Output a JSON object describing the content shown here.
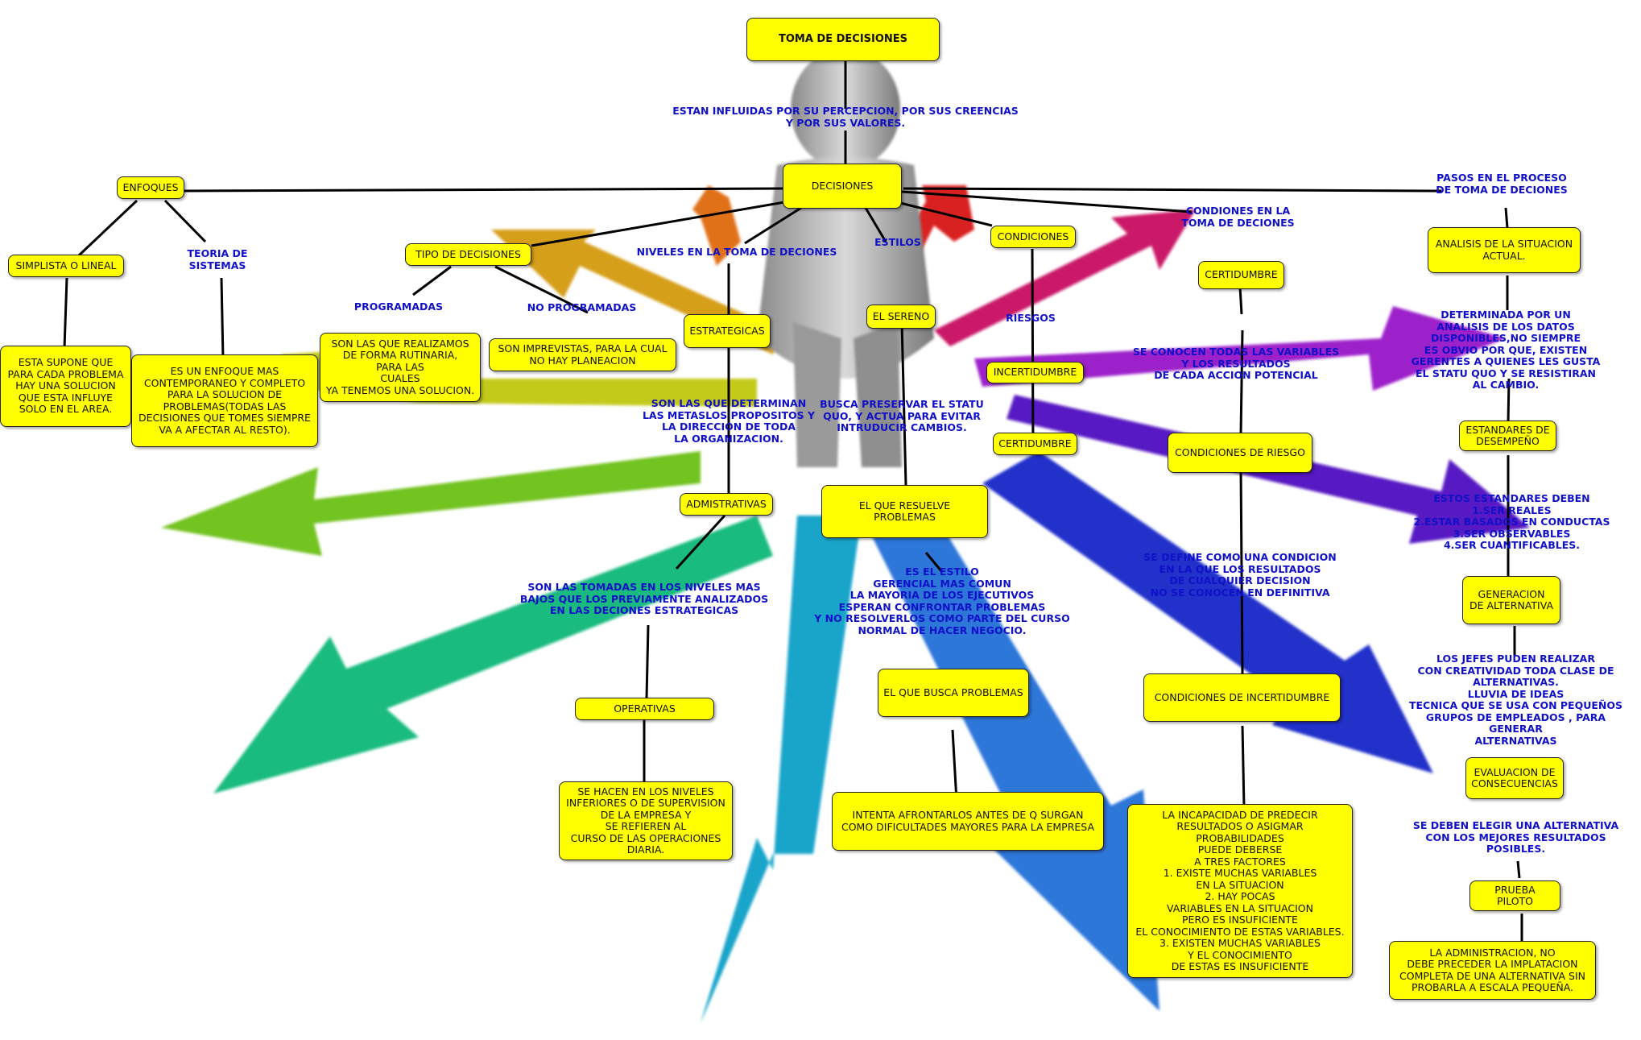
{
  "title": "TOMA DE DECISIONES",
  "center_note": "ESTAN INFLUIDAS POR SU PERCEPCION, POR SUS CREENCIAS\nY POR SUS VALORES.",
  "decisiones": "DECISIONES",
  "enfoques": {
    "label": "ENFOQUES",
    "simplista": "SIMPLISTA O LINEAL",
    "simplista_desc": "ESTA SUPONE QUE\nPARA CADA PROBLEMA\nHAY UNA SOLUCION\nQUE ESTA INFLUYE\nSOLO EN EL AREA.",
    "teoria": "TEORIA DE\nSISTEMAS",
    "teoria_desc": "ES UN ENFOQUE MAS\nCONTEMPORANEO Y COMPLETO\nPARA LA SOLUCION DE\nPROBLEMAS(TODAS LAS\nDECISIONES QUE TOMES SIEMPRE\nVA A  AFECTAR AL RESTO)."
  },
  "tipo": {
    "label": "TIPO DE DECISIONES",
    "programadas": "PROGRAMADAS",
    "programadas_desc": "SON LAS QUE REALIZAMOS\nDE FORMA RUTINARIA,\nPARA LAS\nCUALES\nYA TENEMOS UNA SOLUCION.",
    "no_programadas": "NO PROGRAMADAS",
    "no_programadas_desc": "SON IMPREVISTAS, PARA LA CUAL\nNO HAY PLANEACION"
  },
  "niveles": {
    "label": "NIVELES EN LA TOMA DE DECIONES",
    "estrategicas": "ESTRATEGICAS",
    "estrategicas_desc": "SON LAS QUE DETERMINAN\nLAS METASLOS PROPOSITOS Y\nLA DIRECCION DE TODA\nLA ORGANIZACION.",
    "administrativas": "ADMISTRATIVAS",
    "administrativas_desc": "SON LAS TOMADAS EN LOS NIVELES MAS\nBAJOS QUE LOS PREVIAMENTE ANALIZADOS\nEN LAS DECIONES ESTRATEGICAS",
    "operativas": "OPERATIVAS",
    "operativas_desc": "SE HACEN EN LOS NIVELES\nINFERIORES O DE SUPERVISION\nDE LA EMPRESA Y\nSE REFIEREN AL\nCURSO DE LAS OPERACIONES\nDIARIA."
  },
  "estilos": {
    "label": "ESTILOS",
    "sereno": "EL SERENO",
    "sereno_desc": "BUSCA PRESERVAR EL STATU\nQUO, Y ACTUA PARA EVITAR\nINTRUDUCIR CAMBIOS.",
    "resuelve": "EL QUE RESUELVE PROBLEMAS",
    "resuelve_desc": "ES EL ESTILO\nGERENCIAL MAS COMUN\nLA MAYORIA DE LOS EJECUTIVOS\nESPERAN CONFRONTAR PROBLEMAS\nY NO RESOLVERLOS COMO PARTE DEL CURSO\nNORMAL DE HACER NEGOCIO.",
    "busca": "EL QUE BUSCA PROBLEMAS",
    "busca_desc": "INTENTA AFRONTARLOS ANTES DE Q SURGAN\nCOMO DIFICULTADES MAYORES PARA LA EMPRESA"
  },
  "condiciones": {
    "label": "CONDICIONES",
    "riesgos": "RIESGOS",
    "incertidumbre": "INCERTIDUMBRE",
    "certidumbre": "CERTIDUMBRE"
  },
  "condiciones_toma": {
    "label": "CONDIONES EN LA\nTOMA DE DECIONES",
    "certidumbre": "CERTIDUMBRE",
    "certidumbre_desc": "SE CONOCEN TODAS LAS VARIABLES\nY LOS RESULTADOS\nDE CADA ACCION POTENCIAL",
    "riesgo": "CONDICIONES DE RIESGO",
    "riesgo_desc": "SE DEFINE COMO UNA CONDICION\nEN LA QUE LOS RESULTADOS\nDE CUALQUIER DECISION\nNO SE CONOCEN EN DEFINITIVA",
    "incertidumbre": "CONDICIONES DE INCERTIDUMBRE",
    "incertidumbre_desc": "LA INCAPACIDAD DE PREDECIR\nRESULTADOS O ASIGMAR\nPROBABILIDADES\nPUEDE DEBERSE\nA TRES FACTORES\n1. EXISTE MUCHAS VARIABLES\nEN LA SITUACION\n2. HAY POCAS\nVARIABLES EN LA SITUACION\nPERO ES INSUFICIENTE\nEL CONOCIMIENTO DE ESTAS VARIABLES.\n3. EXISTEN MUCHAS VARIABLES\nY EL CONOCIMIENTO\nDE ESTAS ES INSUFICIENTE"
  },
  "pasos": {
    "label": "PASOS EN EL PROCESO\nDE TOMA DE DECIONES",
    "analisis": "ANALISIS DE LA SITUACION\nACTUAL.",
    "analisis_desc": "DETERMINADA POR UN\nANALISIS DE LOS DATOS\nDISPONIBLES,NO SIEMPRE\nES OBVIO POR QUE, EXISTEN\nGERENTES A QUIENES LES GUSTA\nEL STATU QUO Y SE RESISTIRAN\nAL CAMBIO.",
    "estandares": "ESTANDARES DE\nDESEMPEÑO",
    "estandares_desc": "ESTOS ESTANDARES DEBEN\n1.SER REALES\n2.ESTAR BASADOS EN CONDUCTAS\n3.SER OBSERVABLES\n4.SER CUANTIFICABLES.",
    "generacion": "GENERACION\nDE ALTERNATIVA",
    "generacion_desc": "LOS JEFES PUDEN   REALIZAR\nCON CREATIVIDAD TODA CLASE DE\nALTERNATIVAS.\nLLUVIA DE IDEAS\nTECNICA QUE SE USA CON PEQUEÑOS\nGRUPOS DE EMPLEADOS , PARA GENERAR\nALTERNATIVAS",
    "evaluacion": "EVALUACION DE\nCONSECUENCIAS",
    "evaluacion_desc": "SE DEBEN ELEGIR UNA ALTERNATIVA\nCON LOS MEJORES RESULTADOS\nPOSIBLES.",
    "piloto": "PRUEBA PILOTO",
    "piloto_desc": "LA ADMINISTRACION, NO\nDEBE PRECEDER  LA IMPLATACION\nCOMPLETA DE UNA ALTERNATIVA SIN\nPROBARLA  A ESCALA PEQUEÑA."
  },
  "colors": {
    "box_fill": "#ffff00",
    "label_text": "#1010c8",
    "connector": "#000000"
  }
}
